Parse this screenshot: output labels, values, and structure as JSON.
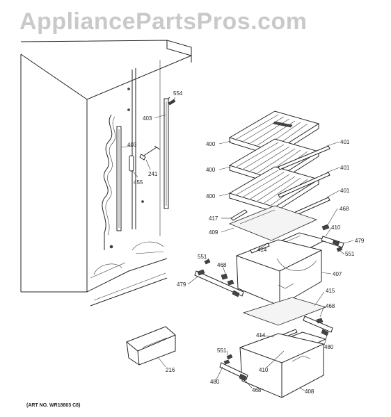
{
  "watermark": "AppliancePartsPros.com",
  "art_number": "(ART NO. WR18803 C8)",
  "callouts": {
    "c554": "554",
    "c403a": "403",
    "c403b": "403",
    "c455": "455",
    "c241": "241",
    "c400a": "400",
    "c400b": "400",
    "c400c": "400",
    "c401a": "401",
    "c401b": "401",
    "c401c": "401",
    "c417": "417",
    "c409": "409",
    "c468a": "468",
    "c410a": "410",
    "c479a": "479",
    "c551a": "551",
    "c414a": "414",
    "c551b": "551",
    "c468b": "468",
    "c407": "407",
    "c479b": "479",
    "c415": "415",
    "c468c": "468",
    "c414b": "414",
    "c480a": "480",
    "c551c": "551",
    "c410b": "410",
    "c216": "216",
    "c480b": "480",
    "c468d": "468",
    "c408": "408"
  }
}
